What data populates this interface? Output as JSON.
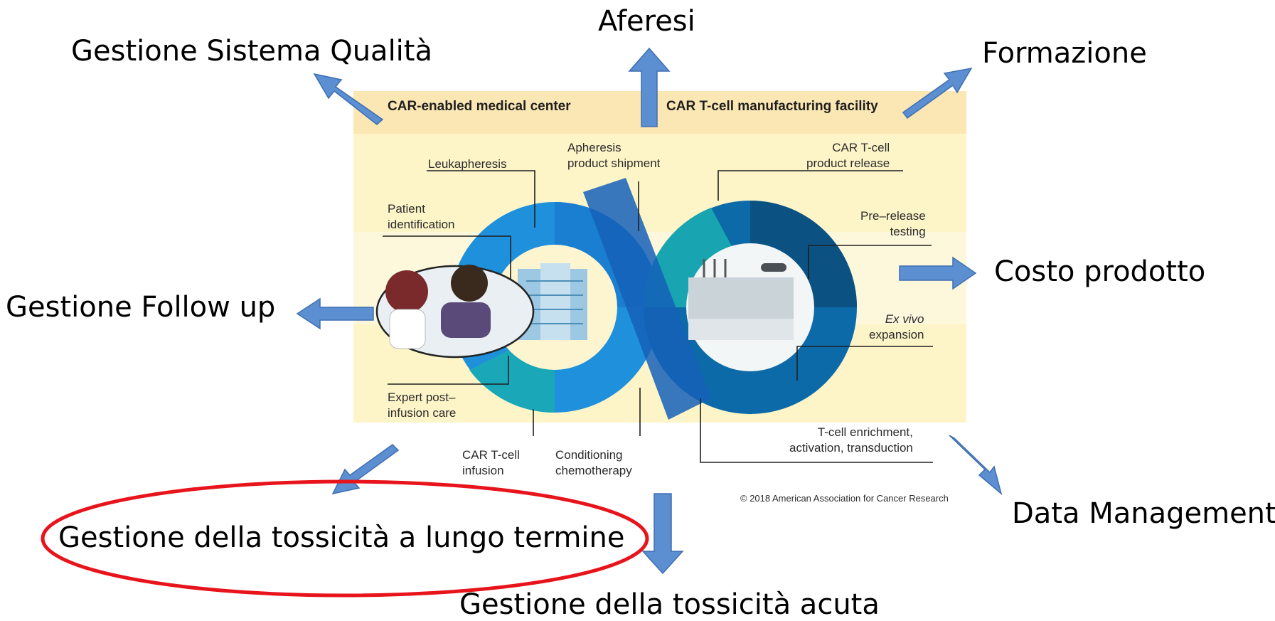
{
  "outer_labels": {
    "aferesi": "Aferesi",
    "qualita": "Gestione Sistema Qualità",
    "formazione": "Formazione",
    "costo": "Costo prodotto",
    "follow_up": "Gestione Follow up",
    "data_mgmt": "Data Management",
    "tossicita_lungo": "Gestione della tossicità a lungo termine",
    "tossicita_acuta": "Gestione della tossicità acuta"
  },
  "figure": {
    "header_left": "CAR-enabled medical center",
    "header_right": "CAR T-cell manufacturing facility",
    "steps": {
      "leukapheresis": "Leukapheresis",
      "apheresis_l1": "Apheresis",
      "apheresis_l2": "product shipment",
      "patient_l1": "Patient",
      "patient_l2": "identification",
      "release_l1": "CAR T-cell",
      "release_l2": "product release",
      "prerelease_l1": "Pre–release",
      "prerelease_l2": "testing",
      "exvivo_l1": "Ex vivo",
      "exvivo_l2": "expansion",
      "expert_l1": "Expert post–",
      "expert_l2": "infusion care",
      "infusion_l1": "CAR T-cell",
      "infusion_l2": "infusion",
      "conditioning_l1": "Conditioning",
      "conditioning_l2": "chemotherapy",
      "enrichment_l1": "T-cell enrichment,",
      "enrichment_l2": "activation, transduction"
    },
    "copyright": "© 2018 American Association for Cancer Research"
  },
  "colors": {
    "arrow_blue": "#5b8fd1",
    "band_dark": "#fbe7b4",
    "band_light": "#fdf6d2",
    "highlight_red": "#e8141b",
    "loop_blue": "#1e90dc",
    "loop_teal": "#1aa0b0",
    "loop_navy": "#0d5c91"
  }
}
